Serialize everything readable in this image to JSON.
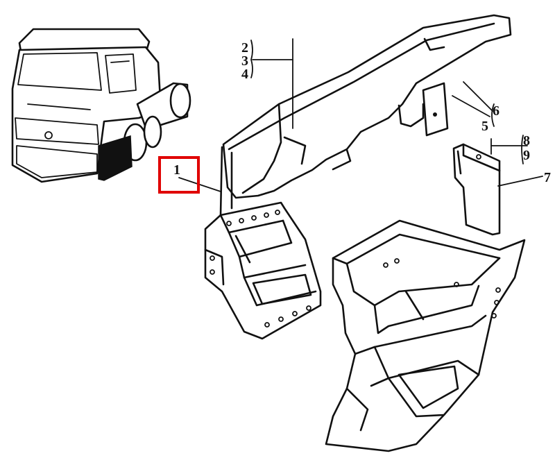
{
  "diagram": {
    "callouts": [
      {
        "id": "c1",
        "label": "1"
      },
      {
        "id": "c2",
        "label": "2"
      },
      {
        "id": "c3",
        "label": "3"
      },
      {
        "id": "c4",
        "label": "4"
      },
      {
        "id": "c5",
        "label": "5"
      },
      {
        "id": "c6",
        "label": "6"
      },
      {
        "id": "c7",
        "label": "7"
      },
      {
        "id": "c8",
        "label": "8"
      },
      {
        "id": "c9",
        "label": "9"
      }
    ],
    "highlighted_callout": "1",
    "highlight_color": "#e00000"
  }
}
